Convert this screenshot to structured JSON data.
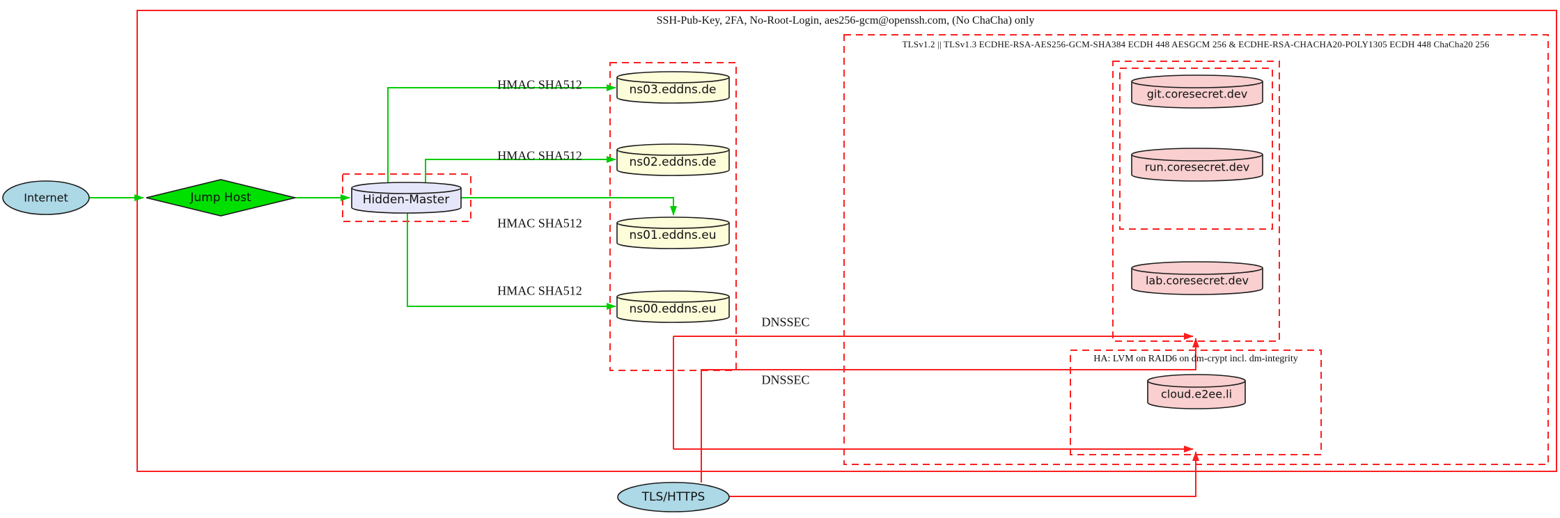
{
  "clusters": {
    "ssh": {
      "label": "SSH-Pub-Key, 2FA, No-Root-Login, aes256-gcm@openssh.com, (No ChaCha) only"
    },
    "tls": {
      "label": "TLSv1.2 || TLSv1.3 ECDHE-RSA-AES256-GCM-SHA384 ECDH 448 AESGCM 256 & ECDHE-RSA-CHACHA20-POLY1305 ECDH 448 ChaCha20 256"
    },
    "ha": {
      "label": "HA: LVM on RAID6 on dm-crypt incl. dm-integrity"
    }
  },
  "nodes": {
    "internet": {
      "label": "Internet",
      "shape": "ellipse",
      "fill": "#add8e6"
    },
    "jump_host": {
      "label": "Jump Host",
      "shape": "diamond",
      "fill": "#00e000"
    },
    "hidden_master": {
      "label": "Hidden-Master",
      "shape": "cylinder",
      "fill": "#e6e6fa"
    },
    "ns03": {
      "label": "ns03.eddns.de",
      "shape": "cylinder",
      "fill": "#fdfdda"
    },
    "ns02": {
      "label": "ns02.eddns.de",
      "shape": "cylinder",
      "fill": "#fdfdda"
    },
    "ns01": {
      "label": "ns01.eddns.eu",
      "shape": "cylinder",
      "fill": "#fdfdda"
    },
    "ns00": {
      "label": "ns00.eddns.eu",
      "shape": "cylinder",
      "fill": "#fdfdda"
    },
    "git": {
      "label": "git.coresecret.dev",
      "shape": "cylinder",
      "fill": "#f9cfcf"
    },
    "run": {
      "label": "run.coresecret.dev",
      "shape": "cylinder",
      "fill": "#f9cfcf"
    },
    "lab": {
      "label": "lab.coresecret.dev",
      "shape": "cylinder",
      "fill": "#f9cfcf"
    },
    "cloud": {
      "label": "cloud.e2ee.li",
      "shape": "cylinder",
      "fill": "#f9cfcf"
    },
    "tls_https": {
      "label": "TLS/HTTPS",
      "shape": "ellipse",
      "fill": "#add8e6"
    }
  },
  "edge_labels": {
    "hmac_ns03": "HMAC SHA512",
    "hmac_ns02": "HMAC SHA512",
    "hmac_ns01": "HMAC SHA512",
    "hmac_ns00": "HMAC SHA512",
    "dnssec_top": "DNSSEC",
    "dnssec_bottom": "DNSSEC"
  },
  "colors": {
    "cluster_border_red": "#fb1f1f",
    "edge_green": "#00cc00",
    "edge_red": "#fb1f1f",
    "ns_fill": "#fdfdda",
    "service_fill": "#f9cfcf",
    "endpoint_fill": "#add8e6",
    "master_fill": "#e6e6fa",
    "jump_host_fill": "#00e000"
  }
}
